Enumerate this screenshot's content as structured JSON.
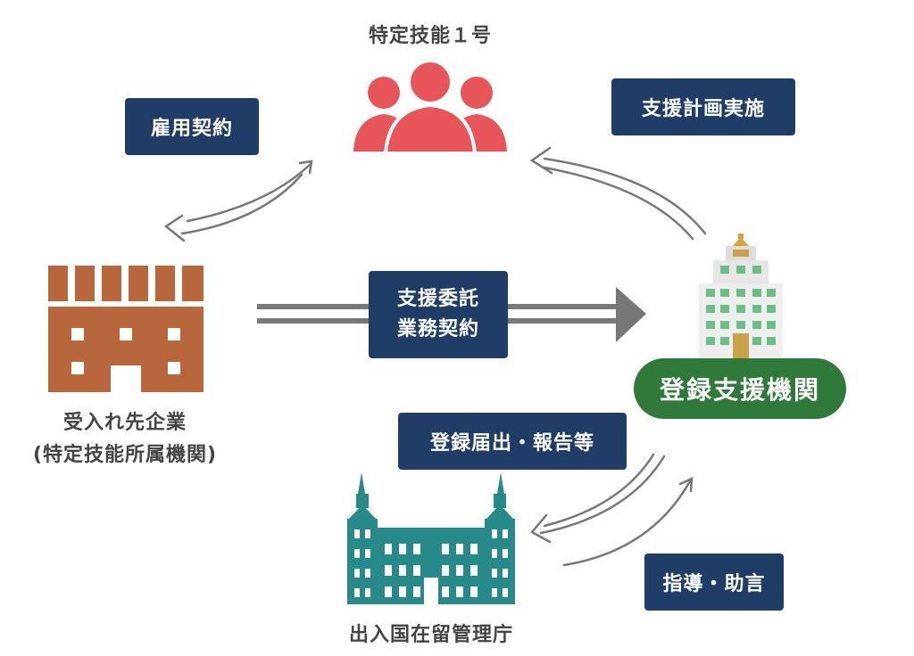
{
  "nodes": {
    "worker": {
      "label": "特定技能１号",
      "icon": "people-icon",
      "color": "#e85558"
    },
    "company": {
      "label_line1": "受入れ先企業",
      "label_line2": "(特定技能所属機関)",
      "icon": "factory-icon",
      "color": "#b8663c"
    },
    "support_org": {
      "label": "登録支援機関",
      "icon": "office-building-icon",
      "color": "#2f7a3a"
    },
    "immigration": {
      "label": "出入国在留管理庁",
      "icon": "government-building-icon",
      "color": "#268a8a"
    }
  },
  "relations": {
    "employment": "雇用契約",
    "support_plan": "支援計画実施",
    "support_contract_line1": "支援委託",
    "support_contract_line2": "業務契約",
    "registration": "登録届出・報告等",
    "guidance": "指導・助言"
  },
  "colors": {
    "box": "#1f3d66",
    "arrow": "#777777"
  }
}
